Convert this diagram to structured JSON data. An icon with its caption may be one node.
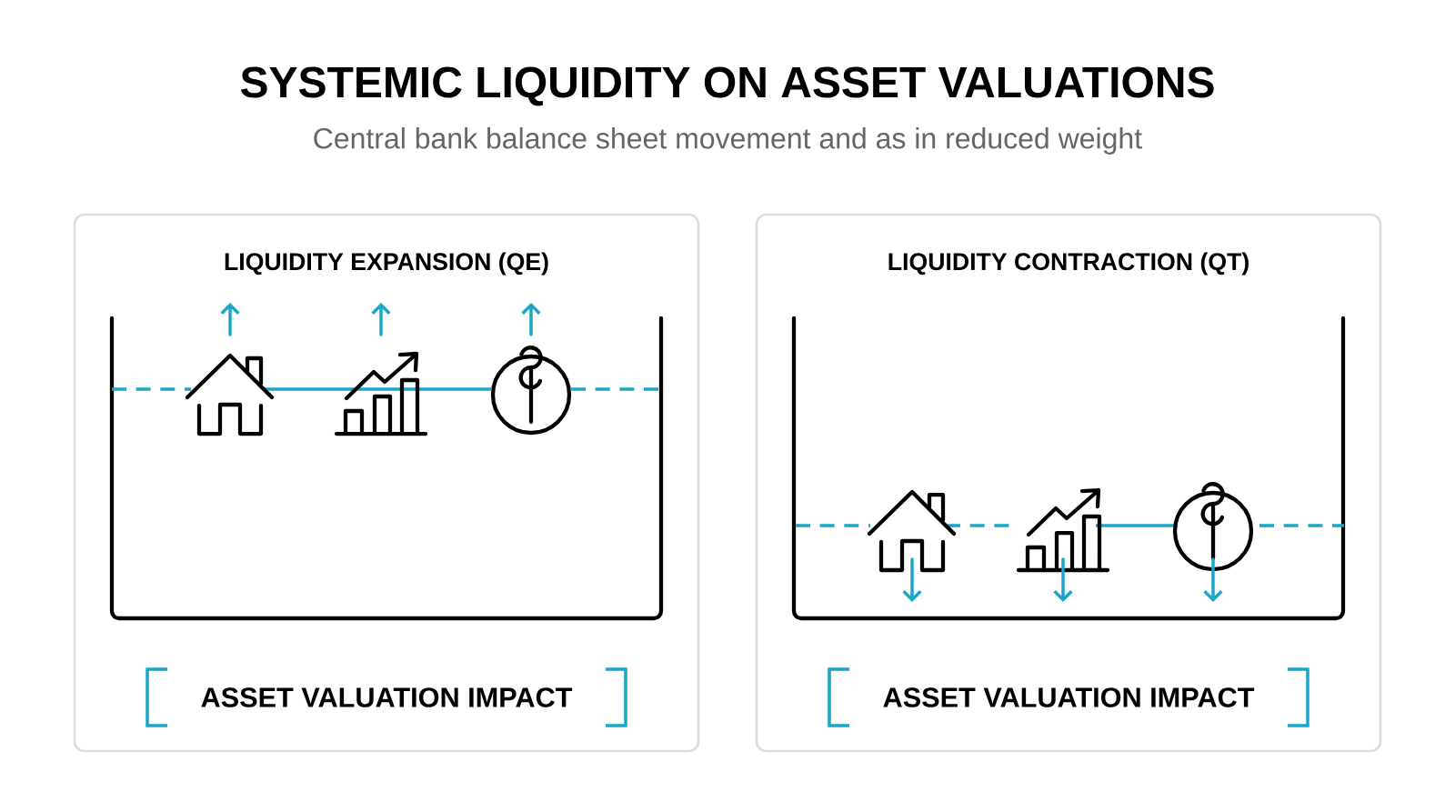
{
  "diagram": {
    "title": "SYSTEMIC LIQUIDITY ON ASSET VALUATIONS",
    "caption": "Central bank balance sheet movement and as in  reduced weight",
    "nodes": [
      {
        "text": [
          "LIQUIDITY EXPANSION (QE)",
          "ASSET VALUATION IMPACT"
        ]
      },
      {
        "text": [
          "LIQUIDITY CONTRACTION (QT)",
          "ASSET VALUATION IMPACT"
        ]
      }
    ]
  }
}
